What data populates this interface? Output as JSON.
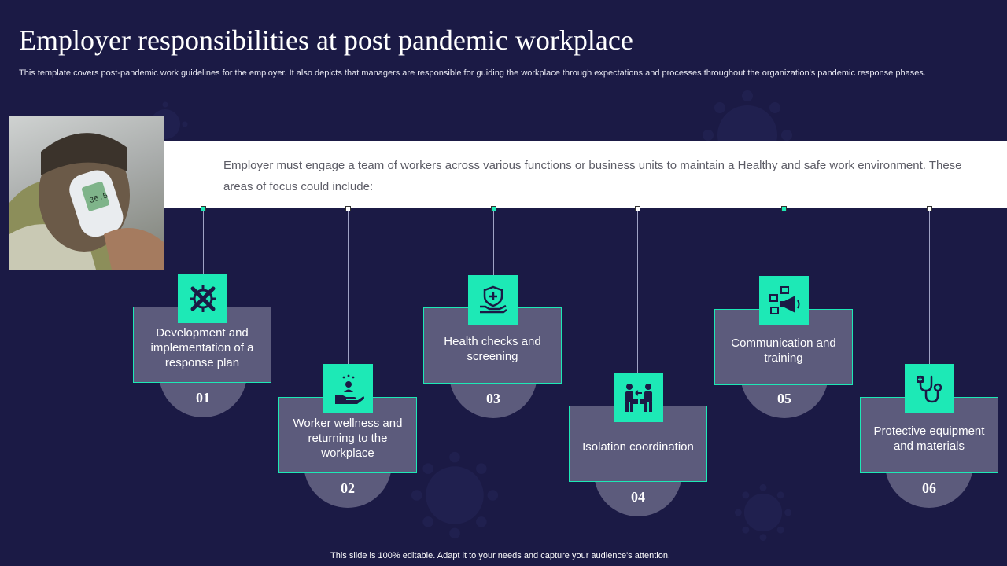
{
  "title": "Employer responsibilities at post pandemic workplace",
  "subtitle": "This template covers post-pandemic work guidelines for the employer. It also depicts that managers are responsible for guiding the workplace through expectations and processes throughout the organization's pandemic response phases.",
  "photo": {
    "thermometer_reading": "36.5"
  },
  "banner": {
    "text": "Employer must engage a team of workers across various functions or business units to maintain a Healthy and safe work environment. These areas of focus could include:"
  },
  "items": [
    {
      "number": "01",
      "label": "Development and implementation of a response plan",
      "icon": "tools-icon"
    },
    {
      "number": "02",
      "label": "Worker wellness and returning to the workplace",
      "icon": "wellness-hand-icon"
    },
    {
      "number": "03",
      "label": "Health checks and screening",
      "icon": "health-shield-icon"
    },
    {
      "number": "04",
      "label": "Isolation coordination",
      "icon": "isolation-people-icon"
    },
    {
      "number": "05",
      "label": "Communication and training",
      "icon": "megaphone-icon"
    },
    {
      "number": "06",
      "label": "Protective equipment and materials",
      "icon": "stethoscope-icon"
    }
  ],
  "footer": "This slide is 100% editable. Adapt it to your needs and capture your audience's attention.",
  "colors": {
    "background": "#1b1a45",
    "accent": "#1de9b6",
    "card": "#5c5b7c"
  }
}
